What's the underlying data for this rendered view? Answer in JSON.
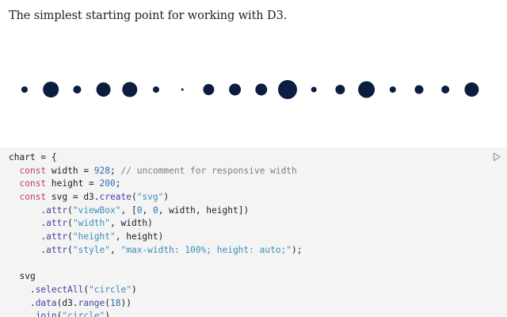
{
  "intro": "The simplest starting point for working with D3.",
  "chart_data": {
    "type": "scatter",
    "title": "",
    "x": [
      0,
      1,
      2,
      3,
      4,
      5,
      6,
      7,
      8,
      9,
      10,
      11,
      12,
      13,
      14,
      15,
      16,
      17
    ],
    "r": [
      4,
      10,
      5,
      9,
      9.5,
      4,
      1.5,
      7,
      7.5,
      7.5,
      12,
      3.5,
      6,
      10.5,
      4,
      5.5,
      5,
      9
    ],
    "color": "#0b1e3f"
  },
  "code": {
    "lines": [
      [
        [
          "chart = {",
          ""
        ]
      ],
      [
        [
          "  ",
          ""
        ],
        [
          "const",
          "kw"
        ],
        [
          " width = ",
          ""
        ],
        [
          "928",
          "num"
        ],
        [
          "; ",
          ""
        ],
        [
          "// uncomment for responsive width",
          "cmt"
        ]
      ],
      [
        [
          "  ",
          ""
        ],
        [
          "const",
          "kw"
        ],
        [
          " height = ",
          ""
        ],
        [
          "200",
          "num"
        ],
        [
          ";",
          ""
        ]
      ],
      [
        [
          "  ",
          ""
        ],
        [
          "const",
          "kw"
        ],
        [
          " svg = d3.",
          ""
        ],
        [
          "create",
          "fn"
        ],
        [
          "(",
          ""
        ],
        [
          "\"svg\"",
          "str"
        ],
        [
          ")",
          ""
        ]
      ],
      [
        [
          "      .",
          ""
        ],
        [
          "attr",
          "fn"
        ],
        [
          "(",
          ""
        ],
        [
          "\"viewBox\"",
          "str"
        ],
        [
          ", [",
          ""
        ],
        [
          "0",
          "num"
        ],
        [
          ", ",
          ""
        ],
        [
          "0",
          "num"
        ],
        [
          ", width, height])",
          ""
        ]
      ],
      [
        [
          "      .",
          ""
        ],
        [
          "attr",
          "fn"
        ],
        [
          "(",
          ""
        ],
        [
          "\"width\"",
          "str"
        ],
        [
          ", width)",
          ""
        ]
      ],
      [
        [
          "      .",
          ""
        ],
        [
          "attr",
          "fn"
        ],
        [
          "(",
          ""
        ],
        [
          "\"height\"",
          "str"
        ],
        [
          ", height)",
          ""
        ]
      ],
      [
        [
          "      .",
          ""
        ],
        [
          "attr",
          "fn"
        ],
        [
          "(",
          ""
        ],
        [
          "\"style\"",
          "str"
        ],
        [
          ", ",
          ""
        ],
        [
          "\"max-width: 100%; height: auto;\"",
          "str"
        ],
        [
          ");",
          ""
        ]
      ],
      [
        [
          "",
          ""
        ]
      ],
      [
        [
          "  svg",
          ""
        ]
      ],
      [
        [
          "    .",
          ""
        ],
        [
          "selectAll",
          "fn"
        ],
        [
          "(",
          ""
        ],
        [
          "\"circle\"",
          "str"
        ],
        [
          ")",
          ""
        ]
      ],
      [
        [
          "    .",
          ""
        ],
        [
          "data",
          "fn"
        ],
        [
          "(d3.",
          ""
        ],
        [
          "range",
          "fn"
        ],
        [
          "(",
          ""
        ],
        [
          "18",
          "num"
        ],
        [
          "))",
          ""
        ]
      ],
      [
        [
          "    .",
          ""
        ],
        [
          "join",
          "fn"
        ],
        [
          "(",
          ""
        ],
        [
          "\"circle\"",
          "str"
        ],
        [
          ")",
          ""
        ]
      ]
    ]
  },
  "icons": {
    "run": "play-outline-icon"
  }
}
